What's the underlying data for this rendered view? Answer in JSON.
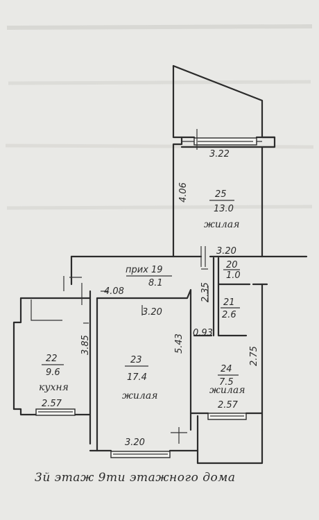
{
  "rooms": [
    {
      "id": "r25",
      "number": "25",
      "area": "13.0",
      "type": "жилая"
    },
    {
      "id": "r19",
      "number": "прих 19",
      "area": "8.1",
      "type": ""
    },
    {
      "id": "r20",
      "number": "20",
      "area": "1.0",
      "type": ""
    },
    {
      "id": "r21",
      "number": "21",
      "area": "2.6",
      "type": ""
    },
    {
      "id": "r22",
      "number": "22",
      "area": "9.6",
      "type": "кухня"
    },
    {
      "id": "r23",
      "number": "23",
      "area": "17.4",
      "type": "жилая"
    },
    {
      "id": "r24",
      "number": "24",
      "area": "7.5",
      "type": "жилая"
    }
  ],
  "dimensions": {
    "d322": "3.22",
    "d406": "4.06",
    "d320_top": "3.20",
    "d408": "4.08",
    "d320_mid": "3.20",
    "d235": "2.35",
    "d093": "0.93",
    "d385": "3.85",
    "d543": "5.43",
    "d275": "2.75",
    "d257_left": "2.57",
    "d257_right": "2.57",
    "d320_bottom": "3.20"
  },
  "caption": "3й этаж 9ти этажного дома"
}
